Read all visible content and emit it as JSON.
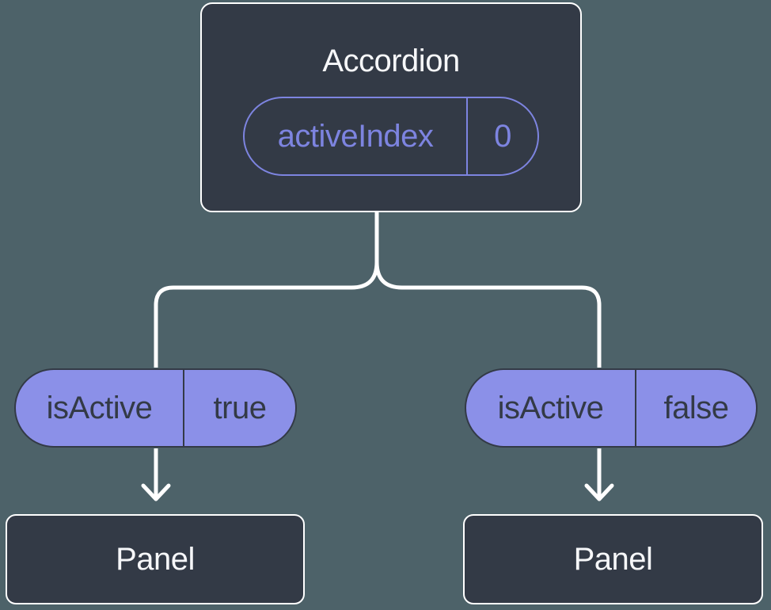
{
  "colors": {
    "background": "#4D6269",
    "node_fill": "#333A46",
    "node_border": "#FFFFFF",
    "pill_fill": "#8B90E8",
    "accent_purple": "#7D84E0",
    "dark_text": "#333A46",
    "light_text": "#F6F7F9",
    "connector": "#FFFFFF"
  },
  "root_node": {
    "title": "Accordion",
    "state_pill": {
      "name": "activeIndex",
      "value": "0"
    }
  },
  "prop_pills": [
    {
      "name": "isActive",
      "value": "true"
    },
    {
      "name": "isActive",
      "value": "false"
    }
  ],
  "child_nodes": [
    {
      "title": "Panel"
    },
    {
      "title": "Panel"
    }
  ]
}
